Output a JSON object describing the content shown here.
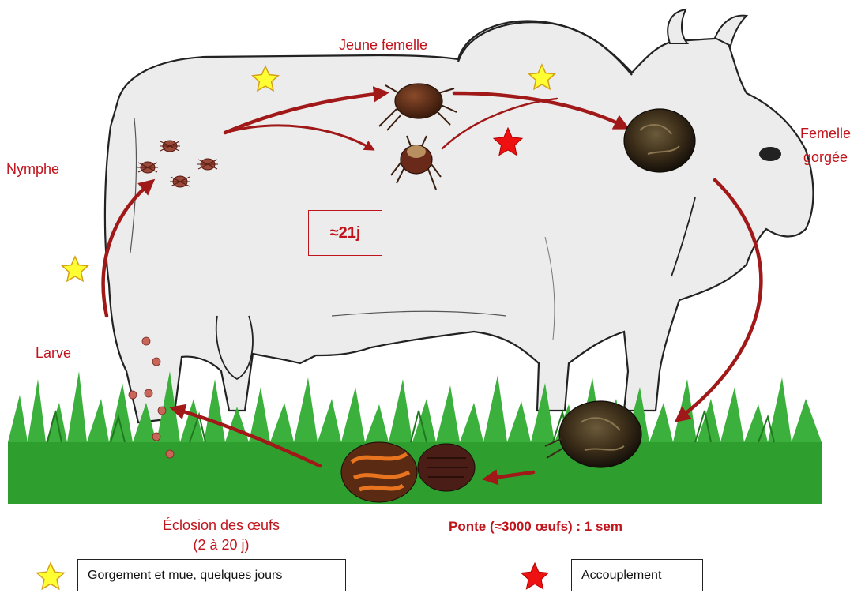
{
  "stages": {
    "jeune_femelle": "Jeune femelle",
    "femelle_gorgee_line1": "Femelle",
    "femelle_gorgee_line2": "gorgée",
    "nymphe": "Nymphe",
    "larve": "Larve",
    "eclosion_line1": "Éclosion des œufs",
    "eclosion_line2": "(2 à 20 j)",
    "ponte": "Ponte (≈3000 œufs) : 1 sem"
  },
  "duration_on_host": "≈21j",
  "legend": {
    "hollow_star": "Gorgement et mue, quelques jours",
    "filled_star": "Accouplement"
  },
  "colors": {
    "label_red": "#c0141c",
    "arrow_red": "#a01818",
    "star_yellow": "#ffff33",
    "star_outline": "#d4a017",
    "star_red": "#ee1111",
    "grass_green": "#2e9e2e",
    "cow_fill": "#ededed"
  }
}
